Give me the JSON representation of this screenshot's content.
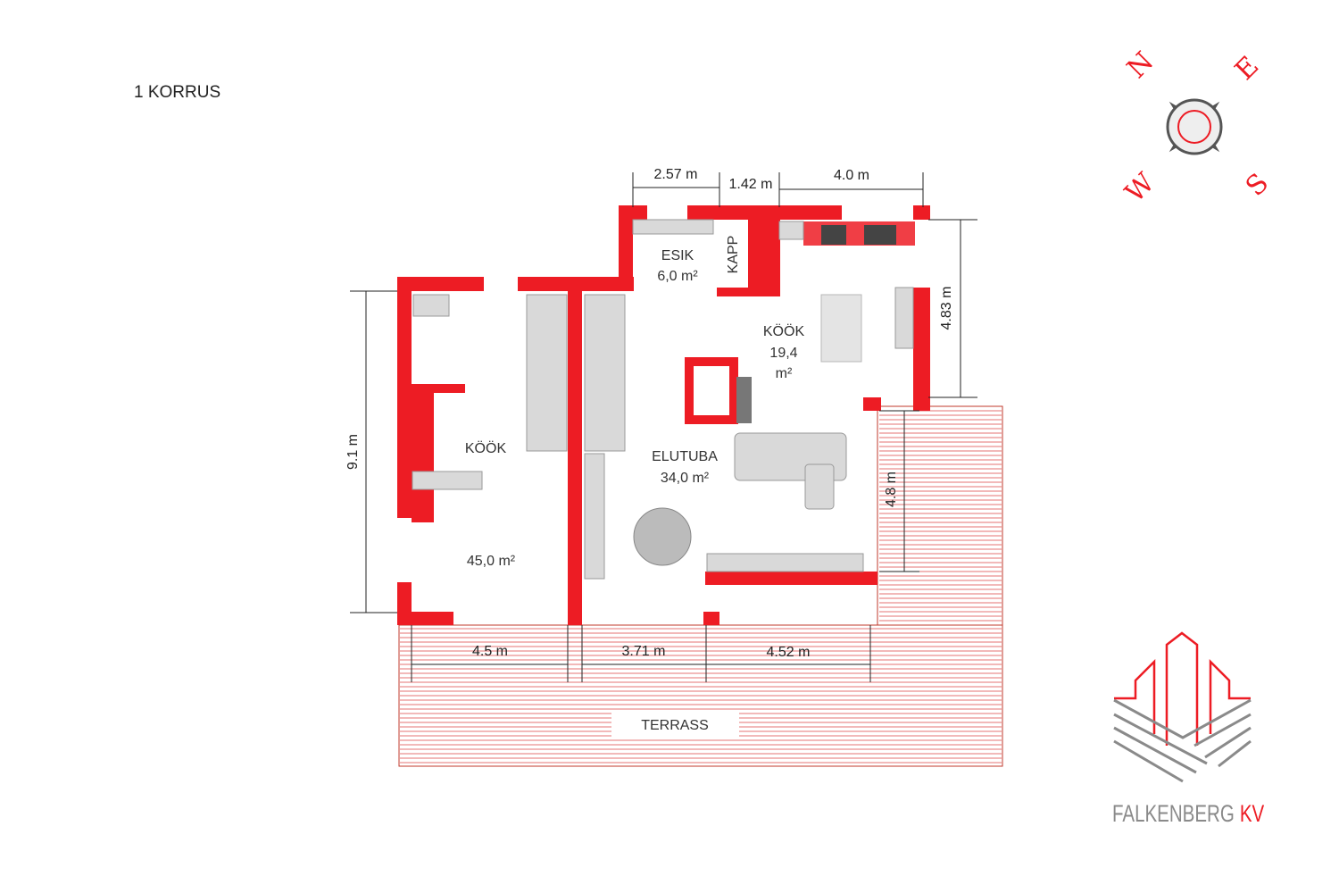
{
  "title": "1 KORRUS",
  "compass": {
    "n": "N",
    "e": "E",
    "s": "S",
    "w": "W"
  },
  "rooms": {
    "esik": {
      "name": "ESIK",
      "area": "6,0 m²"
    },
    "kapp": {
      "name": "KAPP"
    },
    "kook_right": {
      "name": "KÖÖK",
      "area_num": "19,4",
      "area_unit": "m²"
    },
    "kook_left": {
      "name": "KÖÖK",
      "area": "45,0 m²"
    },
    "elutuba": {
      "name": "ELUTUBA",
      "area": "34,0 m²"
    },
    "terrass": {
      "name": "TERRASS"
    }
  },
  "dimensions": {
    "top1": "2.57 m",
    "top2": "1.42 m",
    "top3": "4.0 m",
    "right1": "4.83 m",
    "right2": "4.8 m",
    "left": "9.1 m",
    "bottom1": "4.5 m",
    "bottom2": "3.71 m",
    "bottom3": "4.52 m"
  },
  "logo": {
    "text_main": "FALKENBERG",
    "text_accent": "KV"
  },
  "colors": {
    "wall": "#ed1c24",
    "logo_grey": "#8a8a8a"
  }
}
